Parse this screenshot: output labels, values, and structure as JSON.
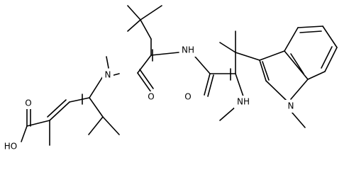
{
  "molecule": {
    "atoms": [
      {
        "label": "N"
      },
      {
        "label": "NH"
      },
      {
        "label": "O"
      },
      {
        "label": "O"
      },
      {
        "label": "NH"
      },
      {
        "label": "N"
      },
      {
        "label": "HO"
      },
      {
        "label": "O"
      }
    ]
  },
  "colors": {
    "bond": "#000000",
    "text": "#000000",
    "background": "#ffffff"
  }
}
